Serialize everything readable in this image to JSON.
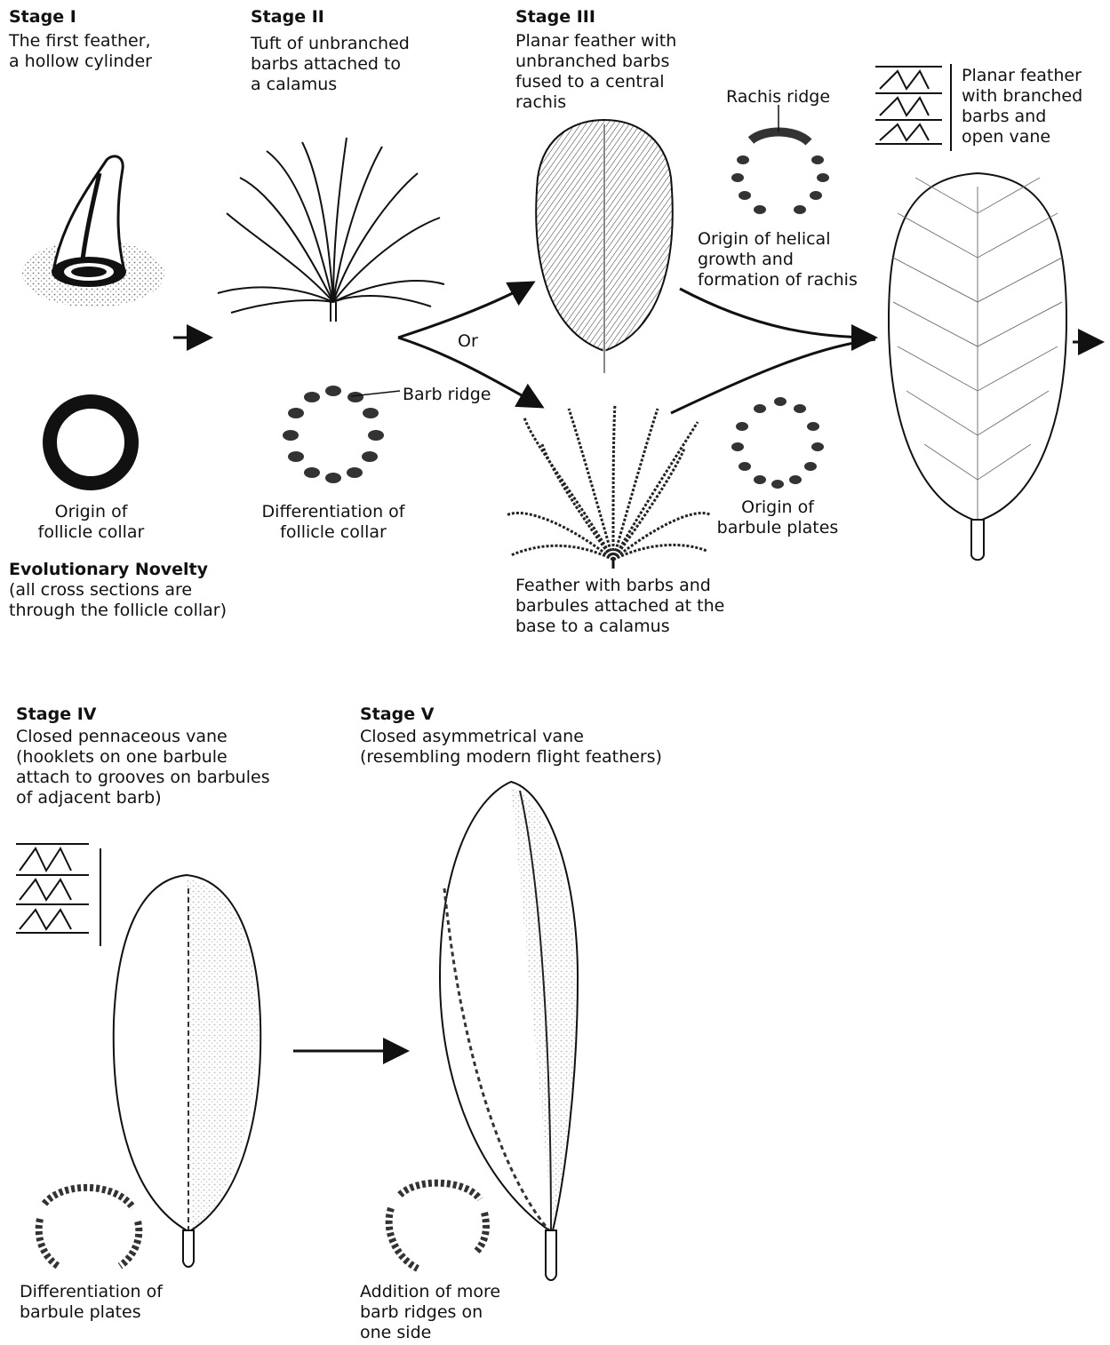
{
  "stage1": {
    "title": "Stage I",
    "desc": [
      "The first feather,",
      "a hollow cylinder"
    ],
    "collar_caption": [
      "Origin of",
      "follicle collar"
    ]
  },
  "novelty": {
    "title": "Evolutionary Novelty",
    "desc": [
      "(all cross sections are",
      "through the follicle collar)"
    ]
  },
  "stage2": {
    "title": "Stage II",
    "desc": [
      "Tuft of unbranched",
      "barbs attached to",
      "a calamus"
    ],
    "barb_ridge_label": "Barb ridge",
    "collar_caption": [
      "Differentiation of",
      "follicle collar"
    ],
    "or_label": "Or"
  },
  "stage3": {
    "title": "Stage III",
    "desc": [
      "Planar feather with",
      "unbranched barbs",
      "fused to a central",
      "rachis"
    ],
    "rachis_ridge_label": "Rachis ridge",
    "helical_caption": [
      "Origin of helical",
      "growth and",
      "formation of rachis"
    ],
    "barbule_plates_caption": [
      "Origin of",
      "barbule plates"
    ],
    "barbule_feather_caption": [
      "Feather with barbs and",
      "barbules attached at the",
      "base to a calamus"
    ],
    "open_vane_caption": [
      "Planar feather",
      "with branched",
      "barbs and",
      "open vane"
    ]
  },
  "stage4": {
    "title": "Stage IV",
    "desc": [
      "Closed pennaceous vane",
      "(hooklets on one barbule",
      "attach to grooves on barbules",
      "of adjacent barb)"
    ],
    "caption": [
      "Differentiation of",
      "barbule plates"
    ]
  },
  "stage5": {
    "title": "Stage V",
    "desc": [
      "Closed asymmetrical vane",
      "(resembling modern flight feathers)"
    ],
    "caption": [
      "Addition of more",
      "barb ridges on",
      "one side"
    ]
  }
}
